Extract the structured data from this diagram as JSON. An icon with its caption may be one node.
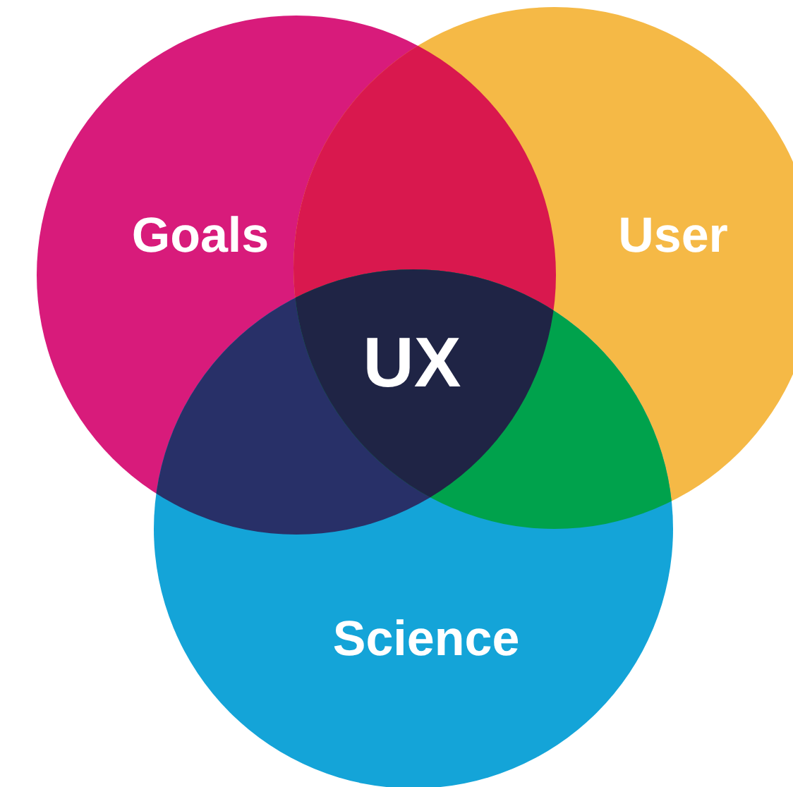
{
  "diagram": {
    "nodes": [
      {
        "text": [
          "Goals"
        ]
      },
      {
        "text": [
          "User"
        ]
      },
      {
        "text": [
          "Science"
        ]
      }
    ],
    "labels": [
      "UX"
    ]
  }
}
